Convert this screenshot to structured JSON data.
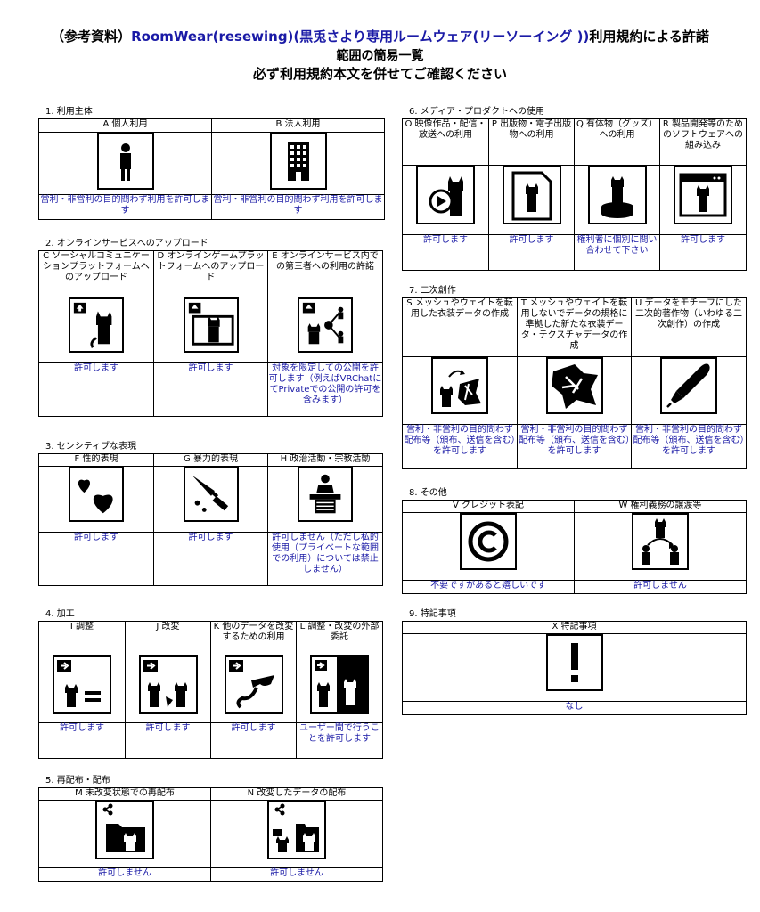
{
  "header": {
    "line1_prefix": "（参考資料）",
    "line1_link": "RoomWear(resewing)(黒兎さより専用ルームウェア(リーソーイング ))",
    "line1_suffix": "利用規約による許諾",
    "line2": "範囲の簡易一覧",
    "line3": "必ず利用規約本文を併せてご確認ください"
  },
  "sections": {
    "s1": {
      "title": "1. 利用主体",
      "cols": [
        {
          "label": "A 個人利用",
          "icon": "person-icon",
          "answer": "営利・非営利の目的問わず利用を許可します"
        },
        {
          "label": "B 法人利用",
          "icon": "building-icon",
          "answer": "営利・非営利の目的問わず利用を許可します"
        }
      ]
    },
    "s2": {
      "title": "2. オンラインサービスへのアップロード",
      "cols": [
        {
          "label": "C ソーシャルコミュニケーションプラットフォームへのアップロード",
          "icon": "upload-avatar-icon",
          "answer": "許可します"
        },
        {
          "label": "D オンラインゲームプラットフォームへのアップロード",
          "icon": "upload-monitor-icon",
          "answer": "許可します"
        },
        {
          "label": "E オンラインサービス内での第三者への利用の許諾",
          "icon": "upload-share-icon",
          "answer": "対象を限定しての公開を許可します（例えばVRChatにてPrivateでの公開の許可を含みます）"
        }
      ]
    },
    "s3": {
      "title": "3. センシティブな表現",
      "cols": [
        {
          "label": "F 性的表現",
          "icon": "hearts-icon",
          "answer": "許可します"
        },
        {
          "label": "G 暴力的表現",
          "icon": "knife-icon",
          "answer": "許可します"
        },
        {
          "label": "H 政治活動・宗教活動",
          "icon": "podium-icon",
          "answer": "許可しません（ただし私的使用（プライベートな範囲での利用）については禁止しません）"
        }
      ]
    },
    "s4": {
      "title": "4. 加工",
      "cols": [
        {
          "label": "I 調整",
          "icon": "adjust-icon",
          "answer": "許可します"
        },
        {
          "label": "J 改変",
          "icon": "modify-icon",
          "answer": "許可します"
        },
        {
          "label": "K 他のデータを改変するための利用",
          "icon": "reuse-icon",
          "answer": "許可します"
        },
        {
          "label": "L 調整・改変の外部委託",
          "icon": "outsource-icon",
          "answer": "ユーザー間で行うことを許可します"
        }
      ]
    },
    "s5": {
      "title": "5. 再配布・配布",
      "cols": [
        {
          "label": "M 未改変状態での再配布",
          "icon": "share-folder-icon",
          "answer": "許可しません"
        },
        {
          "label": "N 改変したデータの配布",
          "icon": "share-modified-icon",
          "answer": "許可しません"
        }
      ]
    },
    "s6": {
      "title": "6. メディア・プロダクトへの使用",
      "cols": [
        {
          "label": "O 映像作品・配信・放送への利用",
          "icon": "video-icon",
          "answer": "許可します"
        },
        {
          "label": "P 出版物・電子出版物への利用",
          "icon": "document-icon",
          "answer": "許可します"
        },
        {
          "label": "Q 有体物（グッズ）への利用",
          "icon": "figure-icon",
          "answer": "権利者に個別に問い合わせて下さい"
        },
        {
          "label": "R 製品開発等のためのソフトウェアへの組み込み",
          "icon": "software-icon",
          "answer": "許可します"
        }
      ]
    },
    "s7": {
      "title": "7. 二次創作",
      "cols": [
        {
          "label": "S メッシュやウェイトを転用した衣装データの作成",
          "icon": "mesh-icon",
          "answer": "営利・非営利の目的問わず配布等（頒布、送信を含む）を許可します"
        },
        {
          "label": "T メッシュやウェイトを転用しないでデータの規格に準拠した新たな衣装データ・テクスチャデータの作成",
          "icon": "texture-icon",
          "answer": "営利・非営利の目的問わず配布等（頒布、送信を含む）を許可します"
        },
        {
          "label": "U データをモチーフにした二次的著作物（いわゆる二次創作）の作成",
          "icon": "pen-icon",
          "answer": "営利・非営利の目的問わず配布等（頒布、送信を含む）を許可します"
        }
      ]
    },
    "s8": {
      "title": "8. その他",
      "cols": [
        {
          "label": "V クレジット表記",
          "icon": "copyright-icon",
          "answer": "不要ですがあると嬉しいです"
        },
        {
          "label": "W 権利義務の譲渡等",
          "icon": "transfer-icon",
          "answer": "許可しません"
        }
      ]
    },
    "s9": {
      "title": "9. 特記事項",
      "cols": [
        {
          "label": "X 特記事項",
          "icon": "exclamation-icon",
          "answer": "なし"
        }
      ]
    }
  }
}
